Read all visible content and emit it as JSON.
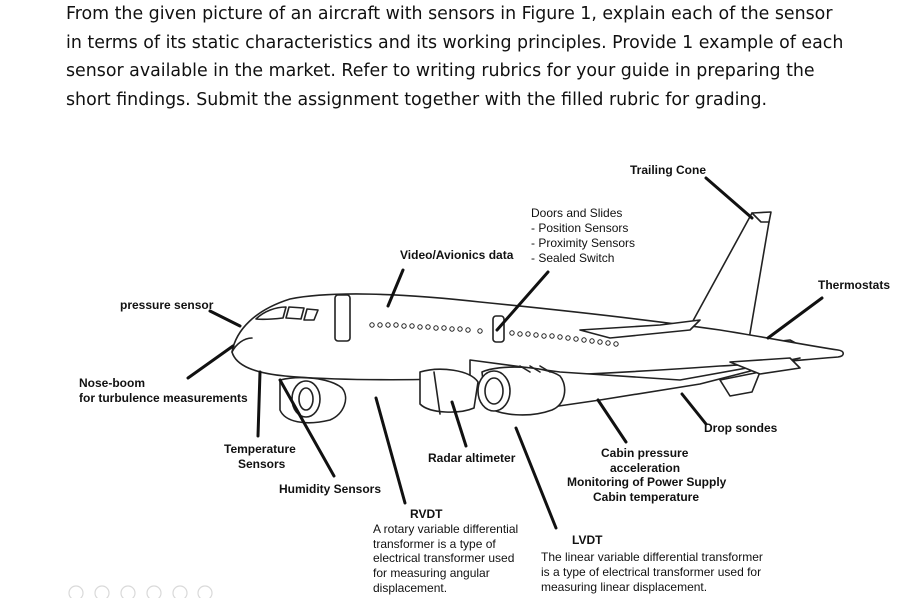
{
  "instruction": {
    "lines": [
      "From the given picture of an aircraft with sensors in Figure 1, explain each of the sensor",
      "in terms of its static characteristics and its working principles. Provide 1 example of each",
      "sensor available in the market. Refer to writing rubrics for your guide in preparing the",
      "short findings. Submit the assignment together with the filled rubric for grading."
    ]
  },
  "figure": {
    "labels": {
      "trailing_cone": "Trailing Cone",
      "doors_title": "Doors and Slides",
      "doors_1": "- Position Sensors",
      "doors_2": "- Proximity Sensors",
      "doors_3": "- Sealed Switch",
      "video_avionics": "Video/Avionics data",
      "thermostats": "Thermostats",
      "pressure_sensor": "pressure sensor",
      "nose_boom_1": "Nose-boom",
      "nose_boom_2": "for turbulence measurements",
      "temperature_1": "Temperature",
      "temperature_2": "Sensors",
      "radar_altimeter": "Radar altimeter",
      "humidity": "Humidity Sensors",
      "drop_sondes": "Drop sondes",
      "cabin_1": "Cabin pressure",
      "cabin_2": "acceleration",
      "cabin_3": "Monitoring of Power Supply",
      "cabin_4": "Cabin temperature",
      "rvdt_title": "RVDT",
      "rvdt_1": "A rotary variable differential",
      "rvdt_2": "transformer is a type of",
      "rvdt_3": "electrical transformer used",
      "rvdt_4": "for measuring angular",
      "rvdt_5": "displacement.",
      "lvdt_title": "LVDT",
      "lvdt_1": "The linear variable differential transformer",
      "lvdt_2": "is a type of electrical transformer used for",
      "lvdt_3": "measuring linear displacement."
    }
  }
}
